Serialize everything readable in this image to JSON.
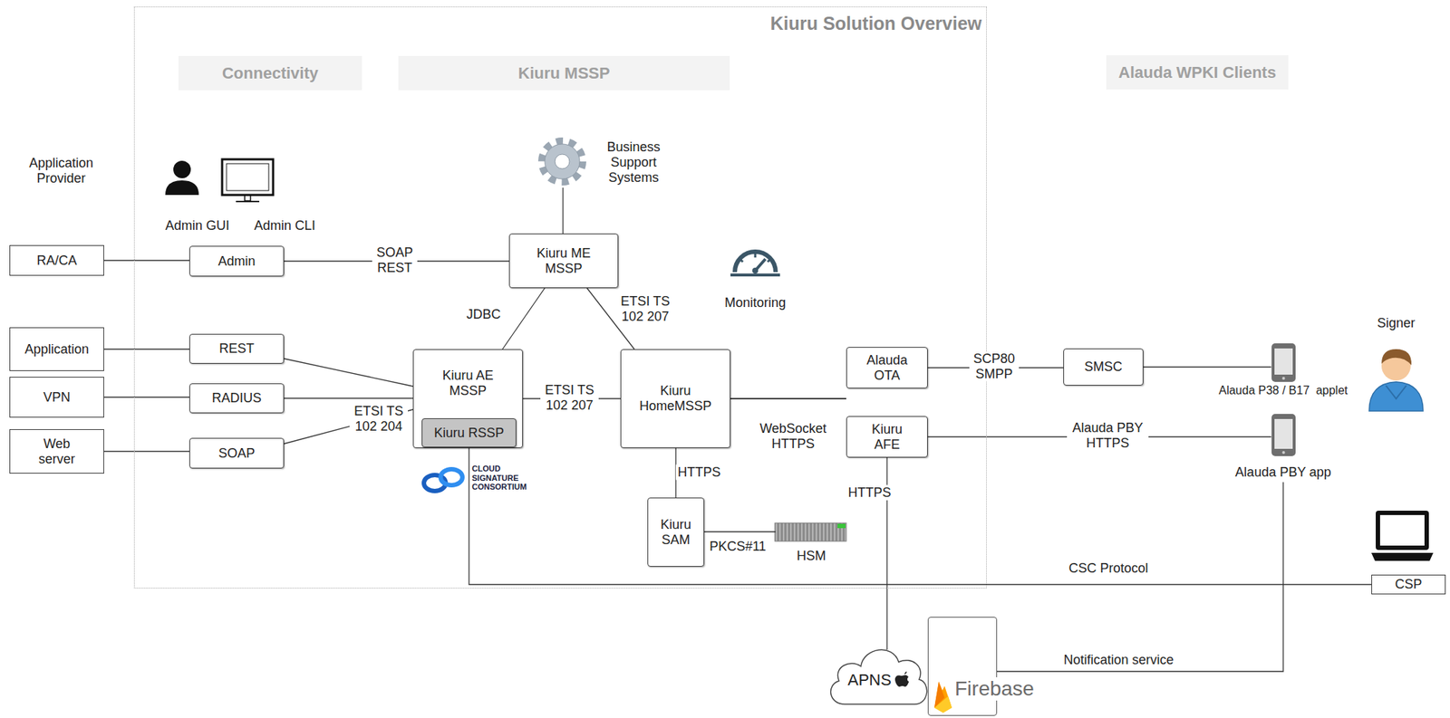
{
  "diagram": {
    "title": "Kiuru Solution Overview",
    "nodes": [
      {
        "text": [
          "Kiuru Solution Overview"
        ]
      },
      {
        "text": [
          "Connectivity"
        ],
        "in": 0
      },
      {
        "text": [
          "Kiuru MSSP"
        ],
        "in": 0
      },
      {
        "text": [
          "Alauda WPKI Clients"
        ]
      },
      {
        "text": [
          "RA/CA"
        ]
      },
      {
        "text": [
          "Application"
        ]
      },
      {
        "text": [
          "VPN"
        ]
      },
      {
        "text": [
          "Web server"
        ]
      },
      {
        "text": [
          "Admin"
        ],
        "in": 0
      },
      {
        "text": [
          "REST"
        ],
        "in": 0
      },
      {
        "text": [
          "RADIUS"
        ],
        "in": 0
      },
      {
        "text": [
          "SOAP"
        ],
        "in": 0
      },
      {
        "text": [
          "Business Support Systems"
        ],
        "in": 0
      },
      {
        "text": [
          "Kiuru ME MSSP"
        ],
        "in": 0
      },
      {
        "text": [
          "Kiuru AE MSSP"
        ],
        "in": 0
      },
      {
        "text": [
          "Kiuru RSSP"
        ],
        "in": 14
      },
      {
        "text": [
          "Kiuru HomeMSSP"
        ],
        "in": 0
      },
      {
        "text": [
          "Kiuru SAM"
        ],
        "in": 0
      },
      {
        "text": [
          "HSM"
        ],
        "in": 0
      },
      {
        "text": [
          "Alauda OTA"
        ],
        "in": 0
      },
      {
        "text": [
          "Kiuru AFE"
        ],
        "in": 0
      },
      {
        "text": [
          "SMSC"
        ]
      },
      {
        "text": [
          "Alauda P38 / B17  applet"
        ]
      },
      {
        "text": [
          "Alauda PBY app"
        ]
      },
      {
        "text": [
          "CSP"
        ]
      },
      {
        "text": [
          "APNS"
        ]
      },
      {
        "text": [
          "Firebase"
        ]
      }
    ],
    "edges": [
      {
        "from": 4,
        "to": 8,
        "arrow": "none"
      },
      {
        "from": 8,
        "to": 13,
        "label": "SOAP REST",
        "arrow": "none"
      },
      {
        "from": 5,
        "to": 9,
        "arrow": "none"
      },
      {
        "from": 6,
        "to": 10,
        "arrow": "none"
      },
      {
        "from": 7,
        "to": 11,
        "arrow": "none"
      },
      {
        "from": 9,
        "to": 14,
        "arrow": "none"
      },
      {
        "from": 10,
        "to": 14,
        "arrow": "none"
      },
      {
        "from": 11,
        "to": 14,
        "label": "ETSI TS 102 204",
        "arrow": "none"
      },
      {
        "from": 12,
        "to": 13,
        "arrow": "none"
      },
      {
        "from": 13,
        "to": 14,
        "label": "JDBC",
        "arrow": "none"
      },
      {
        "from": 13,
        "to": 16,
        "label": "ETSI TS 102 207",
        "arrow": "none"
      },
      {
        "from": 14,
        "to": 16,
        "label": "ETSI TS 102 207",
        "arrow": "none"
      },
      {
        "from": 16,
        "to": 17,
        "label": "HTTPS",
        "arrow": "none"
      },
      {
        "from": 17,
        "to": 18,
        "label": "PKCS#11",
        "arrow": "none"
      },
      {
        "from": 16,
        "to": 19,
        "arrow": "none"
      },
      {
        "from": 16,
        "to": 20,
        "label": "WebSocket HTTPS",
        "arrow": "none"
      },
      {
        "from": 19,
        "to": 21,
        "label": "SCP80 SMPP",
        "arrow": "none"
      },
      {
        "from": 21,
        "to": 22,
        "arrow": "none"
      },
      {
        "from": 20,
        "to": 23,
        "label": "Alauda PBY HTTPS",
        "arrow": "none"
      },
      {
        "from": 20,
        "to": 25,
        "label": "HTTPS",
        "arrow": "none"
      },
      {
        "from": 15,
        "to": 24,
        "label": "CSC Protocol",
        "arrow": "none"
      },
      {
        "from": 26,
        "to": 23,
        "label": "Notification service",
        "arrow": "none"
      }
    ],
    "labels": [
      "Application Provider",
      "Admin GUI",
      "Admin CLI",
      "Monitoring",
      "Signer",
      "CLOUD SIGNATURE CONSORTIUM"
    ]
  }
}
